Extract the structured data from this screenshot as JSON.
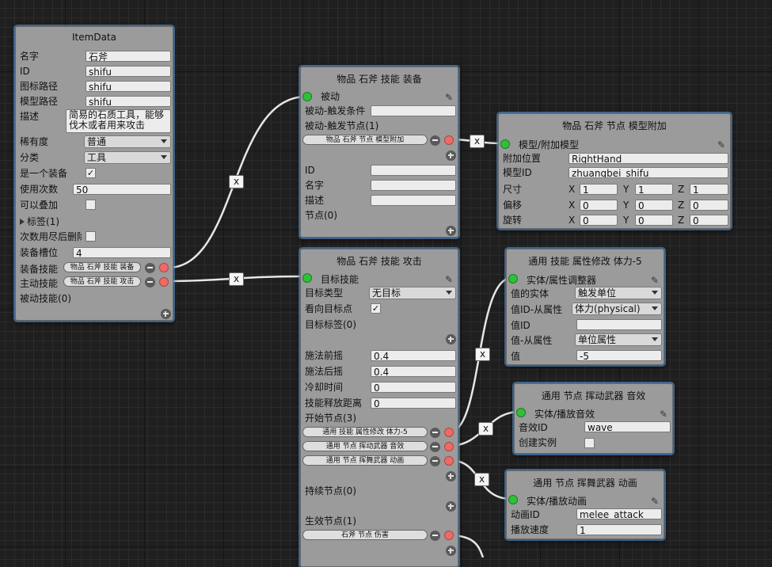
{
  "colors": {
    "canvas": "#1f1f1f",
    "node": "#9b9b9b",
    "wire": "#e6e6e6",
    "port_in": "#2fc03a",
    "port_out": "#f06a65",
    "highlight": "#5aa0e6"
  },
  "icons": {
    "eyedropper": "eyedropper-icon",
    "add": "add-icon",
    "remove": "remove-icon",
    "dropdown": "chevron-down-icon",
    "expand": "expand-triangle-icon"
  },
  "links": {
    "x": "x"
  },
  "item": {
    "title": "ItemData",
    "name_label": "名字",
    "name_value": "石斧",
    "id_label": "ID",
    "id_value": "shifu",
    "icon_label": "图标路径",
    "icon_value": "shifu",
    "model_label": "模型路径",
    "model_value": "shifu",
    "desc_label": "描述",
    "desc_value": "简易的石质工具，能够伐木或者用来攻击",
    "rarity_label": "稀有度",
    "rarity_value": "普通",
    "category_label": "分类",
    "category_value": "工具",
    "equip_label": "是一个装备",
    "equip_check": "✓",
    "uses_label": "使用次数",
    "uses_value": "50",
    "stack_label": "可以叠加",
    "tags_label": "标签(1)",
    "remove_label": "次数用尽后删除",
    "slot_label": "装备槽位",
    "slot_value": "4",
    "equip_skill_label": "装备技能",
    "equip_skill_value": "物品 石斧 技能 装备",
    "active_skill_label": "主动技能",
    "active_skill_value": "物品 石斧 技能 攻击",
    "passive_label": "被动技能(0)"
  },
  "equip": {
    "title": "物品 石斧 技能 装备",
    "header": "被动",
    "cond_label": "被动-触发条件",
    "nodes_label": "被动-触发节点(1)",
    "node1": "物品 石斧 节点 模型附加",
    "id_label": "ID",
    "name_label": "名字",
    "desc_label": "描述",
    "nodes0_label": "节点(0)"
  },
  "model": {
    "title": "物品 石斧 节点 模型附加",
    "header": "模型/附加模型",
    "pos_label": "附加位置",
    "pos_value": "RightHand",
    "mid_label": "模型ID",
    "mid_value": "zhuangbei_shifu",
    "size_label": "尺寸",
    "offset_label": "偏移",
    "rot_label": "旋转",
    "ax": "X",
    "ay": "Y",
    "az": "Z",
    "size": [
      "1",
      "1",
      "1"
    ],
    "offset": [
      "0",
      "0",
      "0"
    ],
    "rot": [
      "0",
      "0",
      "0"
    ]
  },
  "attack": {
    "title": "物品 石斧 技能 攻击",
    "header": "目标技能",
    "ttype_label": "目标类型",
    "ttype_value": "无目标",
    "face_label": "看向目标点",
    "face_check": "✓",
    "ttag_label": "目标标签(0)",
    "pre_label": "施法前摇",
    "pre_value": "0.4",
    "post_label": "施法后摇",
    "post_value": "0.4",
    "cd_label": "冷却时间",
    "cd_value": "0",
    "range_label": "技能释放距离",
    "range_value": "0",
    "start_label": "开始节点(3)",
    "s1": "通用 技能 属性修改 体力-5",
    "s2": "通用 节点 挥动武器 音效",
    "s3": "通用 节点 挥舞武器 动画",
    "cont_label": "持续节点(0)",
    "eff_label": "生效节点(1)",
    "e1": "石斧 节点 伤害"
  },
  "attr": {
    "title": "通用 技能 属性修改 体力-5",
    "header": "实体/属性调整器",
    "ent_label": "值的实体",
    "ent_value": "触发单位",
    "from_label": "值ID-从属性",
    "from_value": "体力(physical)",
    "vid_label": "值ID",
    "vattr_label": "值-从属性",
    "vattr_value": "单位属性",
    "val_label": "值",
    "val_value": "-5"
  },
  "sound": {
    "title": "通用 节点 挥动武器 音效",
    "header": "实体/播放音效",
    "id_label": "音效ID",
    "id_value": "wave",
    "inst_label": "创建实例"
  },
  "anim": {
    "title": "通用 节点 挥舞武器 动画",
    "header": "实体/播放动画",
    "id_label": "动画ID",
    "id_value": "melee_attack",
    "speed_label": "播放速度",
    "speed_value": "1"
  }
}
